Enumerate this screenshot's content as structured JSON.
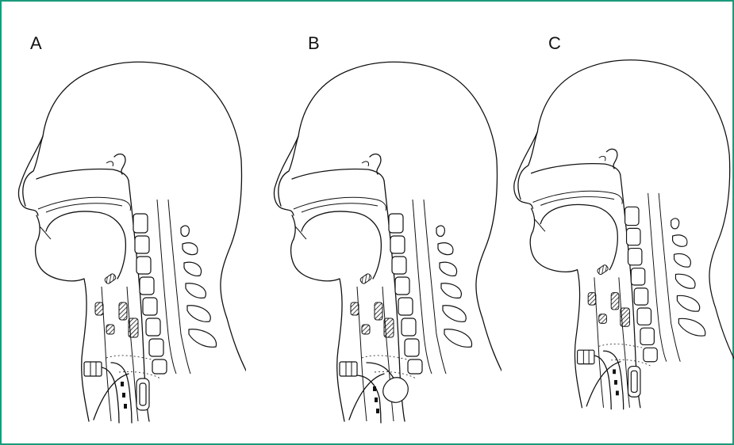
{
  "panels": [
    {
      "label": "A",
      "cuff": "inflated",
      "tube": "tracheostomy"
    },
    {
      "label": "B",
      "cuff": "tilted",
      "tube": "tracheostomy"
    },
    {
      "label": "C",
      "cuff": "inflated",
      "tube": "tracheostomy"
    }
  ],
  "colors": {
    "frame": "#1a9a7a",
    "line": "#111111",
    "background": "#ffffff"
  }
}
